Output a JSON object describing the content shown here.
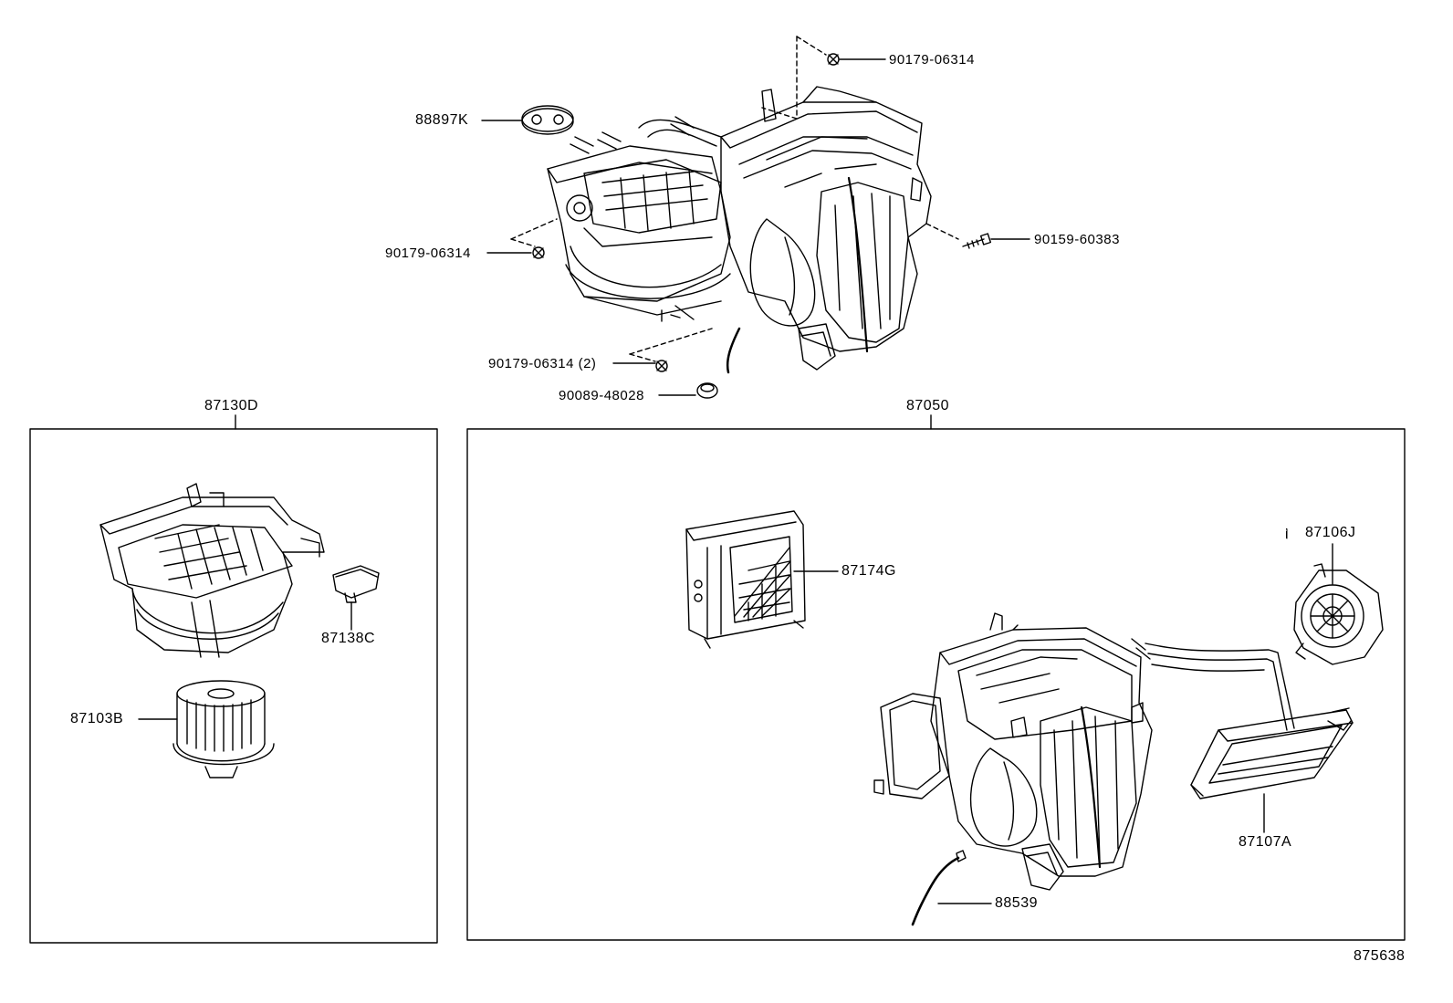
{
  "diagram": {
    "colors": {
      "ink": "#000000",
      "paper": "#ffffff"
    },
    "labels": {
      "p90179_top": "90179-06314",
      "p88897K": "88897K",
      "p90179_left": "90179-06314",
      "p90159": "90159-60383",
      "p90179_2": "90179-06314 (2)",
      "p90089": "90089-48028",
      "g87130D": "87130D",
      "g87050": "87050",
      "p87138C": "87138C",
      "p87103B": "87103B",
      "p87174G": "87174G",
      "p87106J": "87106J",
      "p87107A": "87107A",
      "p88539": "88539",
      "mark_i": "i",
      "figure_id": "875638"
    }
  }
}
